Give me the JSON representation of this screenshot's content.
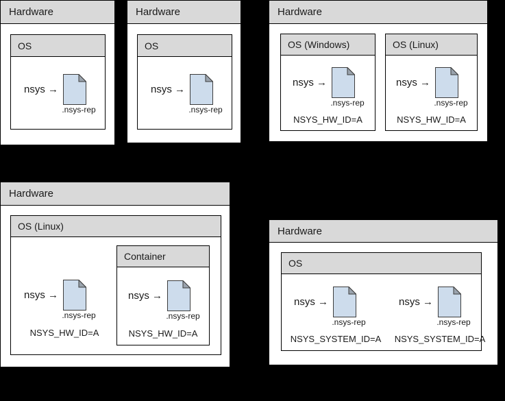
{
  "diagram": {
    "labels": {
      "hardware": "Hardware",
      "os": "OS",
      "os_windows": "OS (Windows)",
      "os_linux": "OS (Linux)",
      "container": "Container",
      "nsys": "nsys →",
      "report_file": ".nsys-rep",
      "hw_id": "NSYS_HW_ID=A",
      "system_id": "NSYS_SYSTEM_ID=A"
    },
    "colors": {
      "background": "#000000",
      "panel_fill": "#ffffff",
      "header_fill": "#d9d9d9",
      "border": "#000000",
      "document_fill": "#cddcec",
      "document_fold": "#9aa3ad",
      "text": "#1a1a1a"
    },
    "panels": [
      {
        "id": "panel-1",
        "title": "Hardware",
        "children": [
          {
            "id": "os-1",
            "title": "OS",
            "nsys": [
              {
                "label": "nsys →",
                "file": ".nsys-rep"
              }
            ],
            "env": []
          }
        ]
      },
      {
        "id": "panel-2",
        "title": "Hardware",
        "children": [
          {
            "id": "os-2",
            "title": "OS",
            "nsys": [
              {
                "label": "nsys →",
                "file": ".nsys-rep"
              }
            ],
            "env": []
          }
        ]
      },
      {
        "id": "panel-3",
        "title": "Hardware",
        "children": [
          {
            "id": "os-windows",
            "title": "OS (Windows)",
            "nsys": [
              {
                "label": "nsys →",
                "file": ".nsys-rep"
              }
            ],
            "env": [
              "NSYS_HW_ID=A"
            ]
          },
          {
            "id": "os-linux-tr",
            "title": "OS (Linux)",
            "nsys": [
              {
                "label": "nsys →",
                "file": ".nsys-rep"
              }
            ],
            "env": [
              "NSYS_HW_ID=A"
            ]
          }
        ]
      },
      {
        "id": "panel-4",
        "title": "Hardware",
        "children": [
          {
            "id": "os-linux-bl",
            "title": "OS (Linux)",
            "nsys": [
              {
                "label": "nsys →",
                "file": ".nsys-rep"
              }
            ],
            "env": [
              "NSYS_HW_ID=A"
            ],
            "children": [
              {
                "id": "container-1",
                "title": "Container",
                "nsys": [
                  {
                    "label": "nsys →",
                    "file": ".nsys-rep"
                  }
                ],
                "env": [
                  "NSYS_HW_ID=A"
                ]
              }
            ]
          }
        ]
      },
      {
        "id": "panel-5",
        "title": "Hardware",
        "children": [
          {
            "id": "os-5",
            "title": "OS",
            "nsys": [
              {
                "label": "nsys →",
                "file": ".nsys-rep"
              },
              {
                "label": "nsys →",
                "file": ".nsys-rep"
              }
            ],
            "env": [
              "NSYS_SYSTEM_ID=A",
              "NSYS_SYSTEM_ID=A"
            ]
          }
        ]
      }
    ]
  }
}
